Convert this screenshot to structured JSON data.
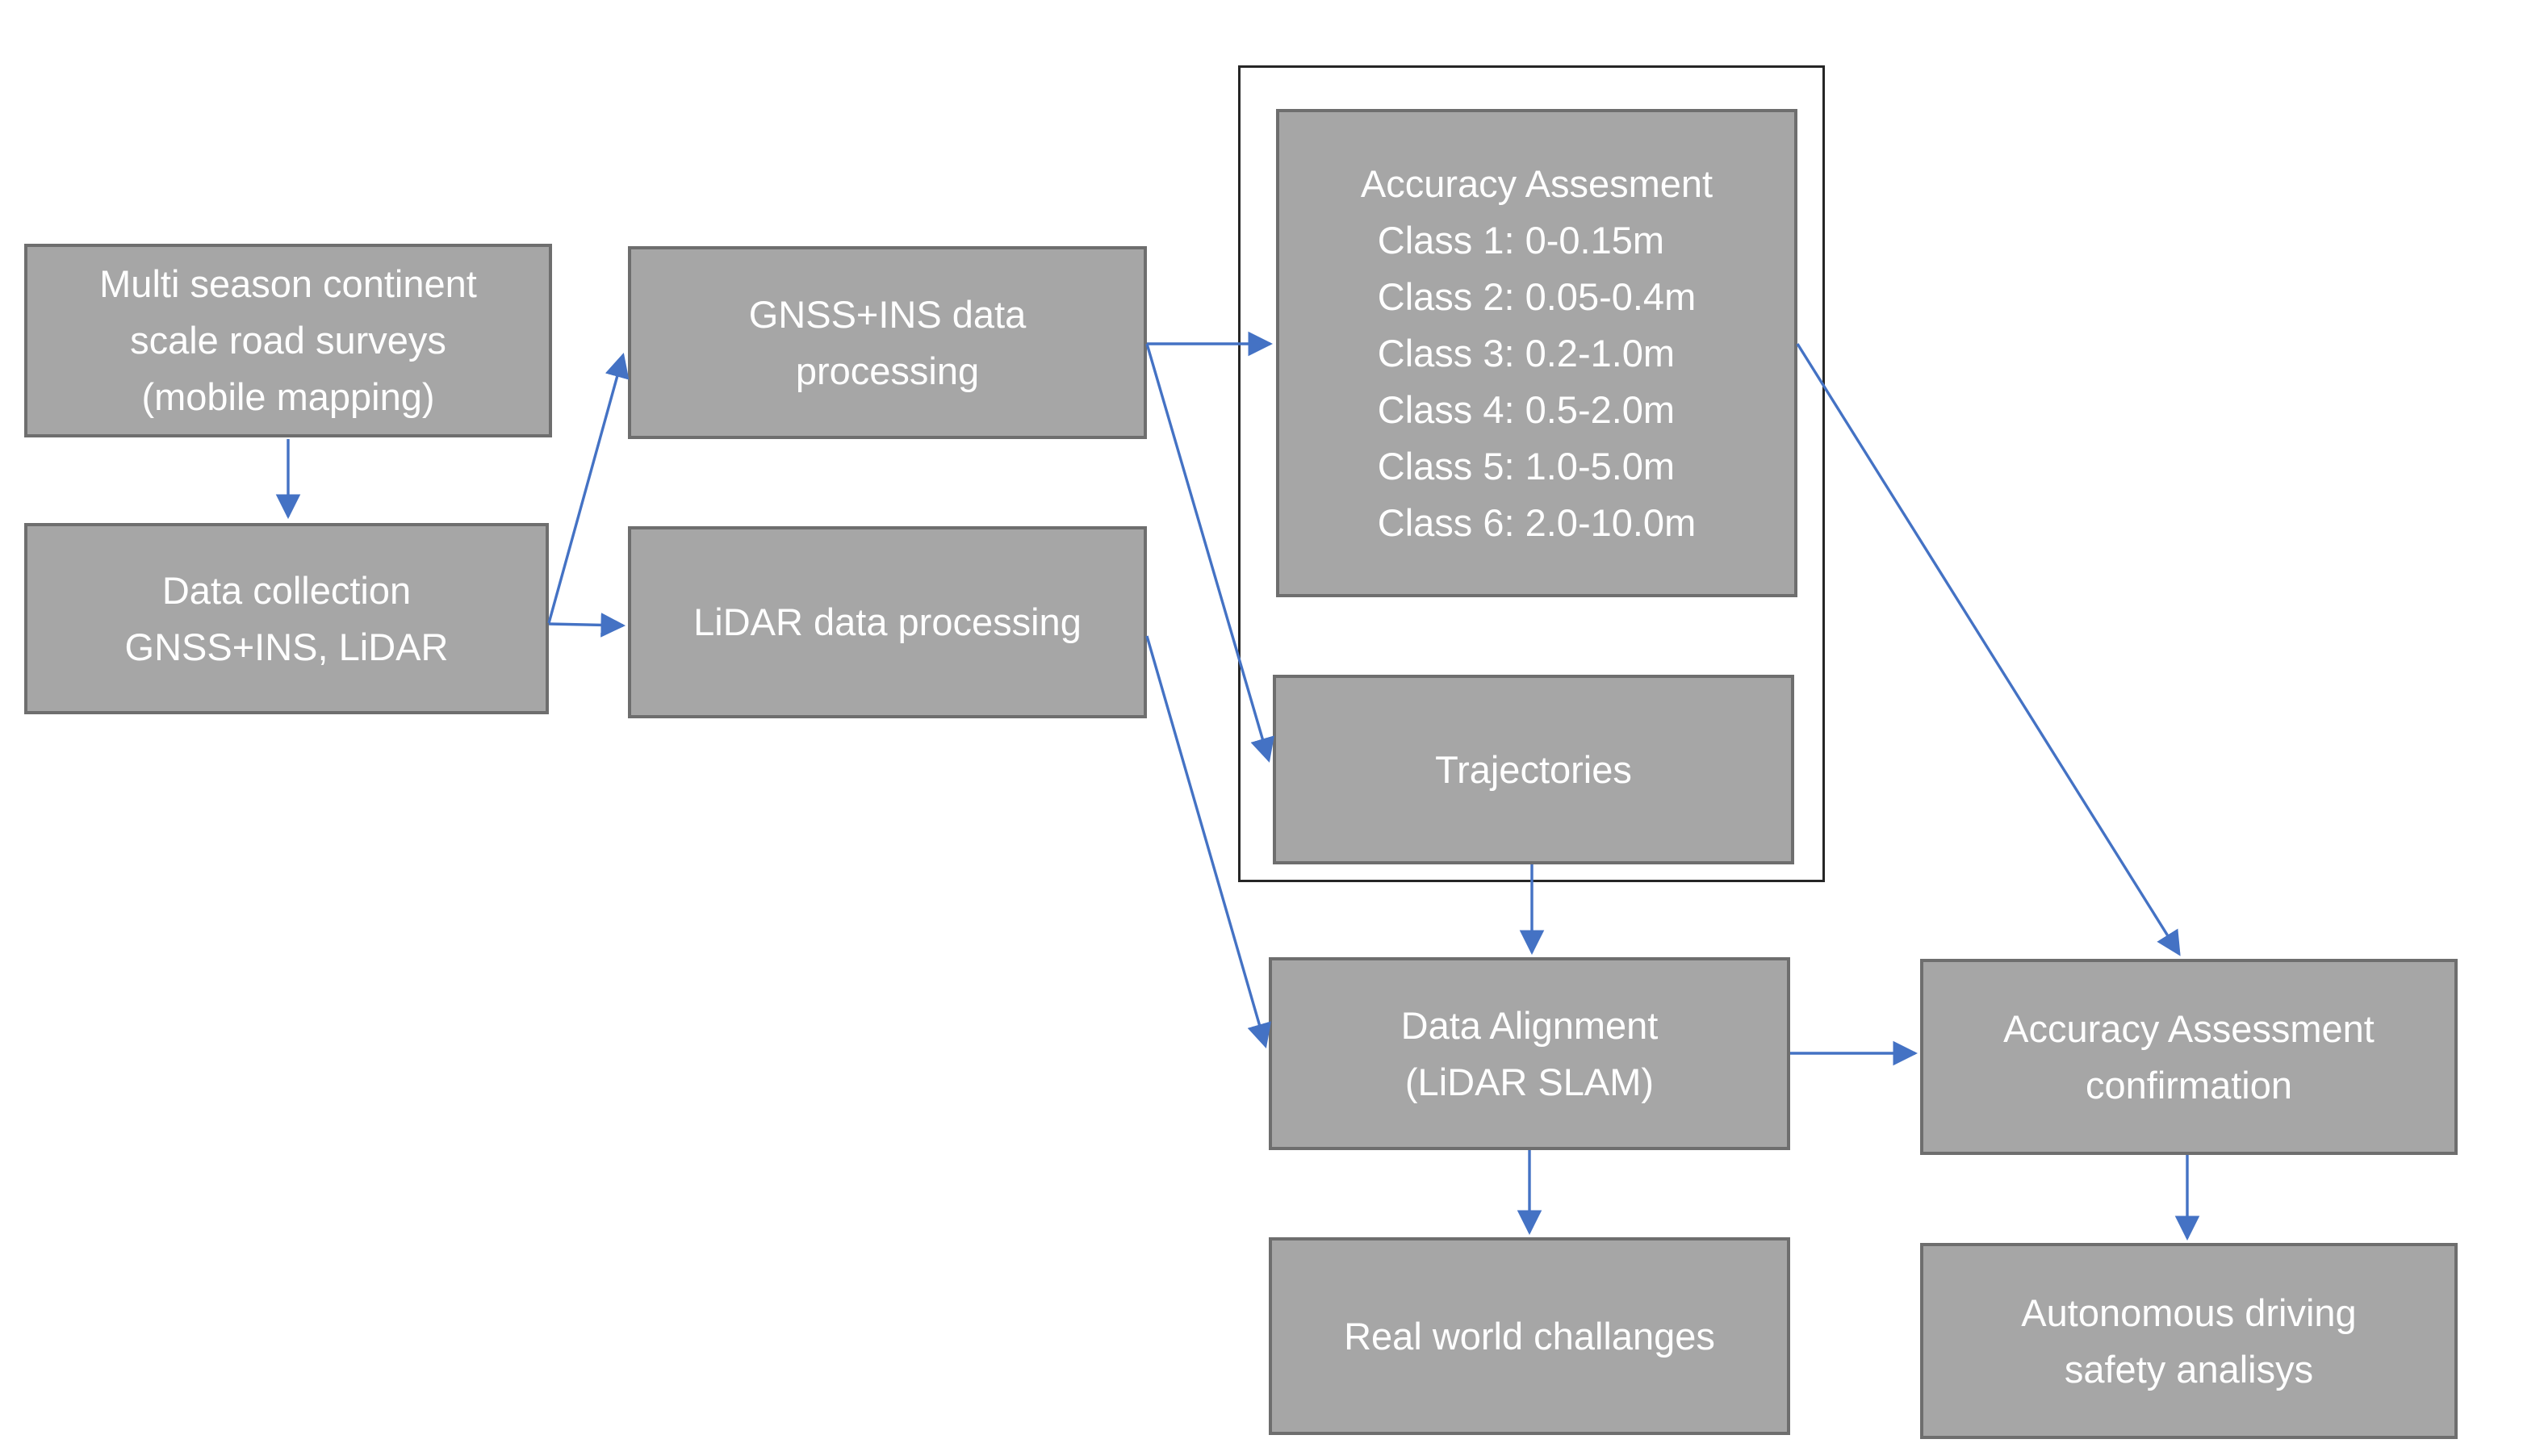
{
  "colors": {
    "box_fill": "#a6a6a6",
    "box_border": "#6e6e6e",
    "container_border": "#262626",
    "arrow": "#4472c4",
    "text": "#ffffff",
    "background": "#ffffff"
  },
  "diagram": {
    "boxes": {
      "multi_season": "Multi season continent\nscale road surveys\n(mobile mapping)",
      "data_collection": "Data collection\nGNSS+INS, LiDAR",
      "gnss_processing": "GNSS+INS data\nprocessing",
      "lidar_processing": "LiDAR data processing",
      "accuracy_assessment": {
        "title": "Accuracy Assesment",
        "classes": "Class 1: 0-0.15m\nClass 2: 0.05-0.4m\nClass 3: 0.2-1.0m\nClass 4: 0.5-2.0m\nClass 5: 1.0-5.0m\nClass 6: 2.0-10.0m"
      },
      "trajectories": "Trajectories",
      "data_alignment": "Data Alignment\n(LiDAR SLAM)",
      "accuracy_confirmation": "Accuracy Assessment\nconfirmation",
      "real_world_challenges": "Real world challanges",
      "autonomous_driving": "Autonomous driving\nsafety analisys"
    }
  }
}
